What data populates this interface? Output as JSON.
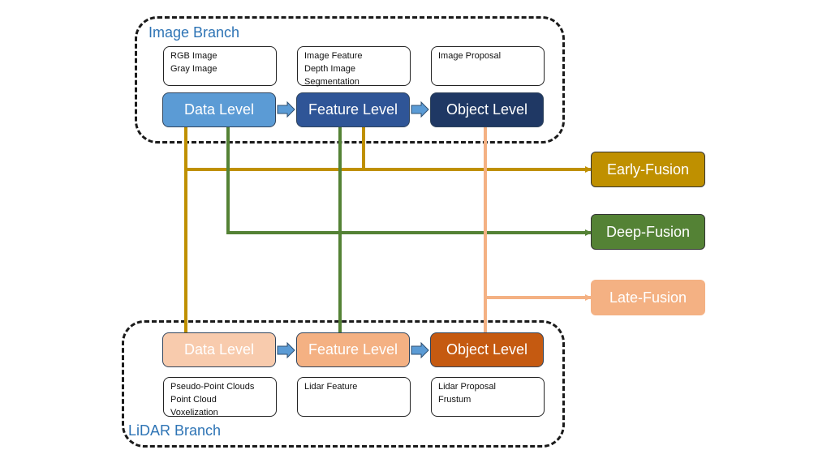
{
  "image_branch": {
    "title": "Image Branch",
    "notes": [
      [
        "RGB Image",
        "Gray Image"
      ],
      [
        "Image Feature",
        "Depth Image",
        "Segmentation"
      ],
      [
        "Image Proposal"
      ]
    ],
    "levels": [
      "Data Level",
      "Feature Level",
      "Object Level"
    ],
    "colors": [
      "#5b9bd5",
      "#2f5597",
      "#1f3864"
    ]
  },
  "lidar_branch": {
    "title": "LiDAR Branch",
    "notes": [
      [
        "Pseudo-Point Clouds",
        "Point Cloud",
        "Voxelization"
      ],
      [
        "Lidar Feature"
      ],
      [
        "Lidar Proposal",
        "Frustum"
      ]
    ],
    "levels": [
      "Data Level",
      "Feature Level",
      "Object Level"
    ],
    "colors": [
      "#f8cbad",
      "#f4b183",
      "#c55a11"
    ]
  },
  "fusion": [
    {
      "label": "Early-Fusion",
      "color": "#bf9000"
    },
    {
      "label": "Deep-Fusion",
      "color": "#548235"
    },
    {
      "label": "Late-Fusion",
      "color": "#f4b183"
    }
  ]
}
